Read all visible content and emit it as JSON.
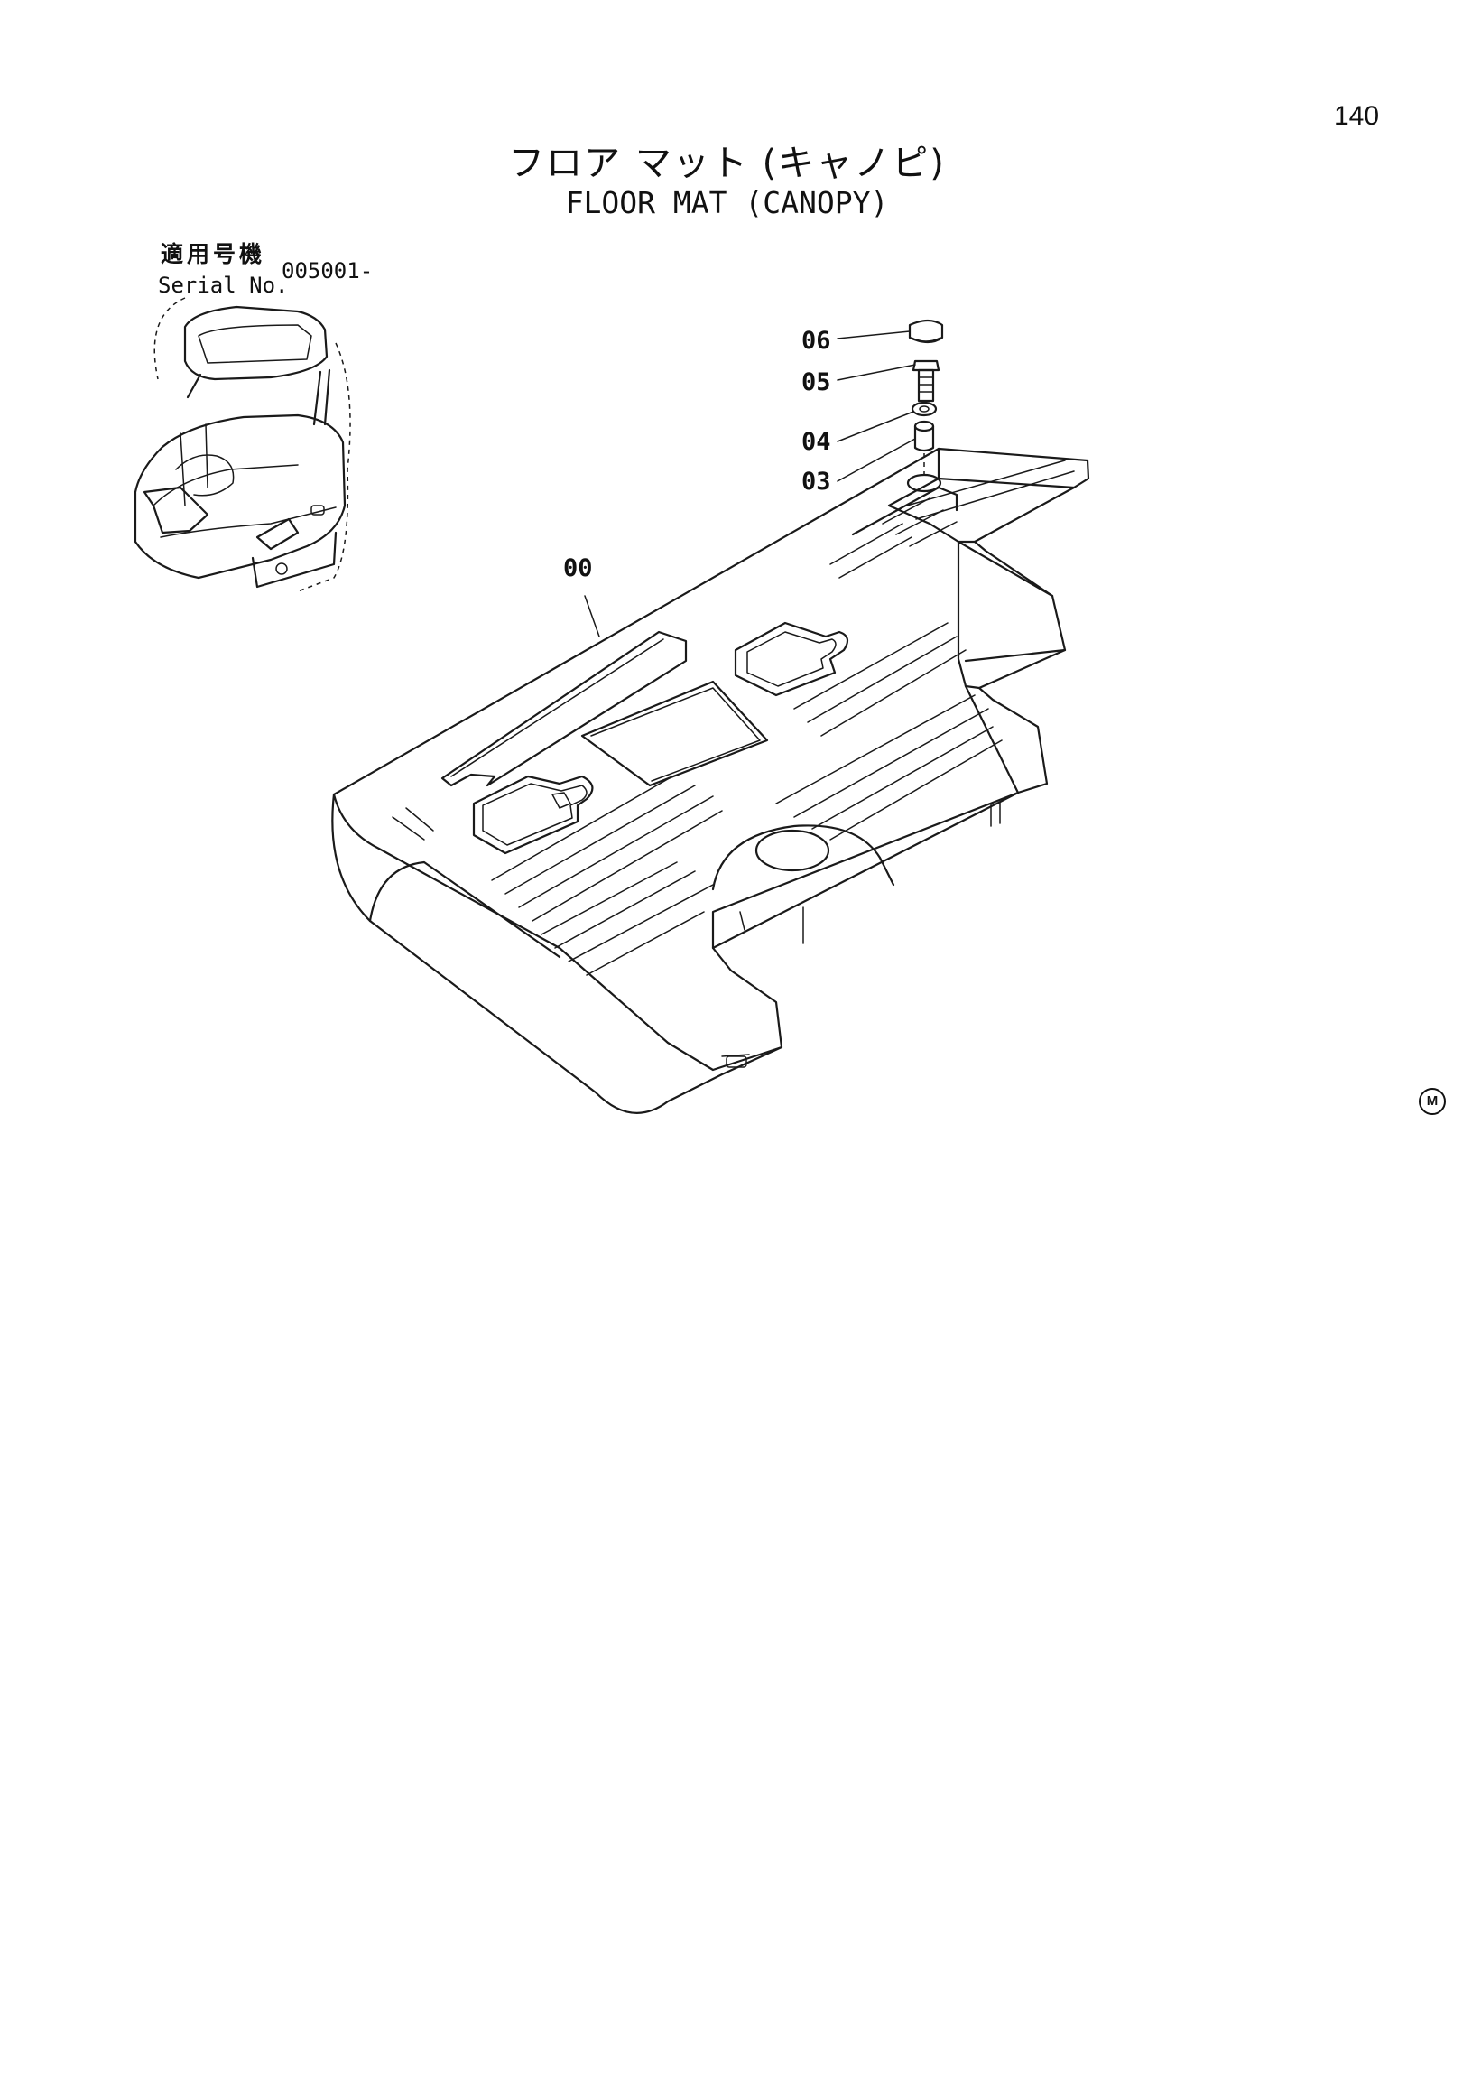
{
  "page": {
    "number": "140"
  },
  "title": {
    "japanese": "フロア マット (キャノピ)",
    "english": "FLOOR MAT (CANOPY)"
  },
  "serial": {
    "label_japanese": "適用号機",
    "label_english": "Serial No.",
    "value": "005001-"
  },
  "callouts": {
    "c06": "06",
    "c05": "05",
    "c04": "04",
    "c03": "03",
    "c00": "00"
  },
  "mark": {
    "symbol": "M"
  }
}
